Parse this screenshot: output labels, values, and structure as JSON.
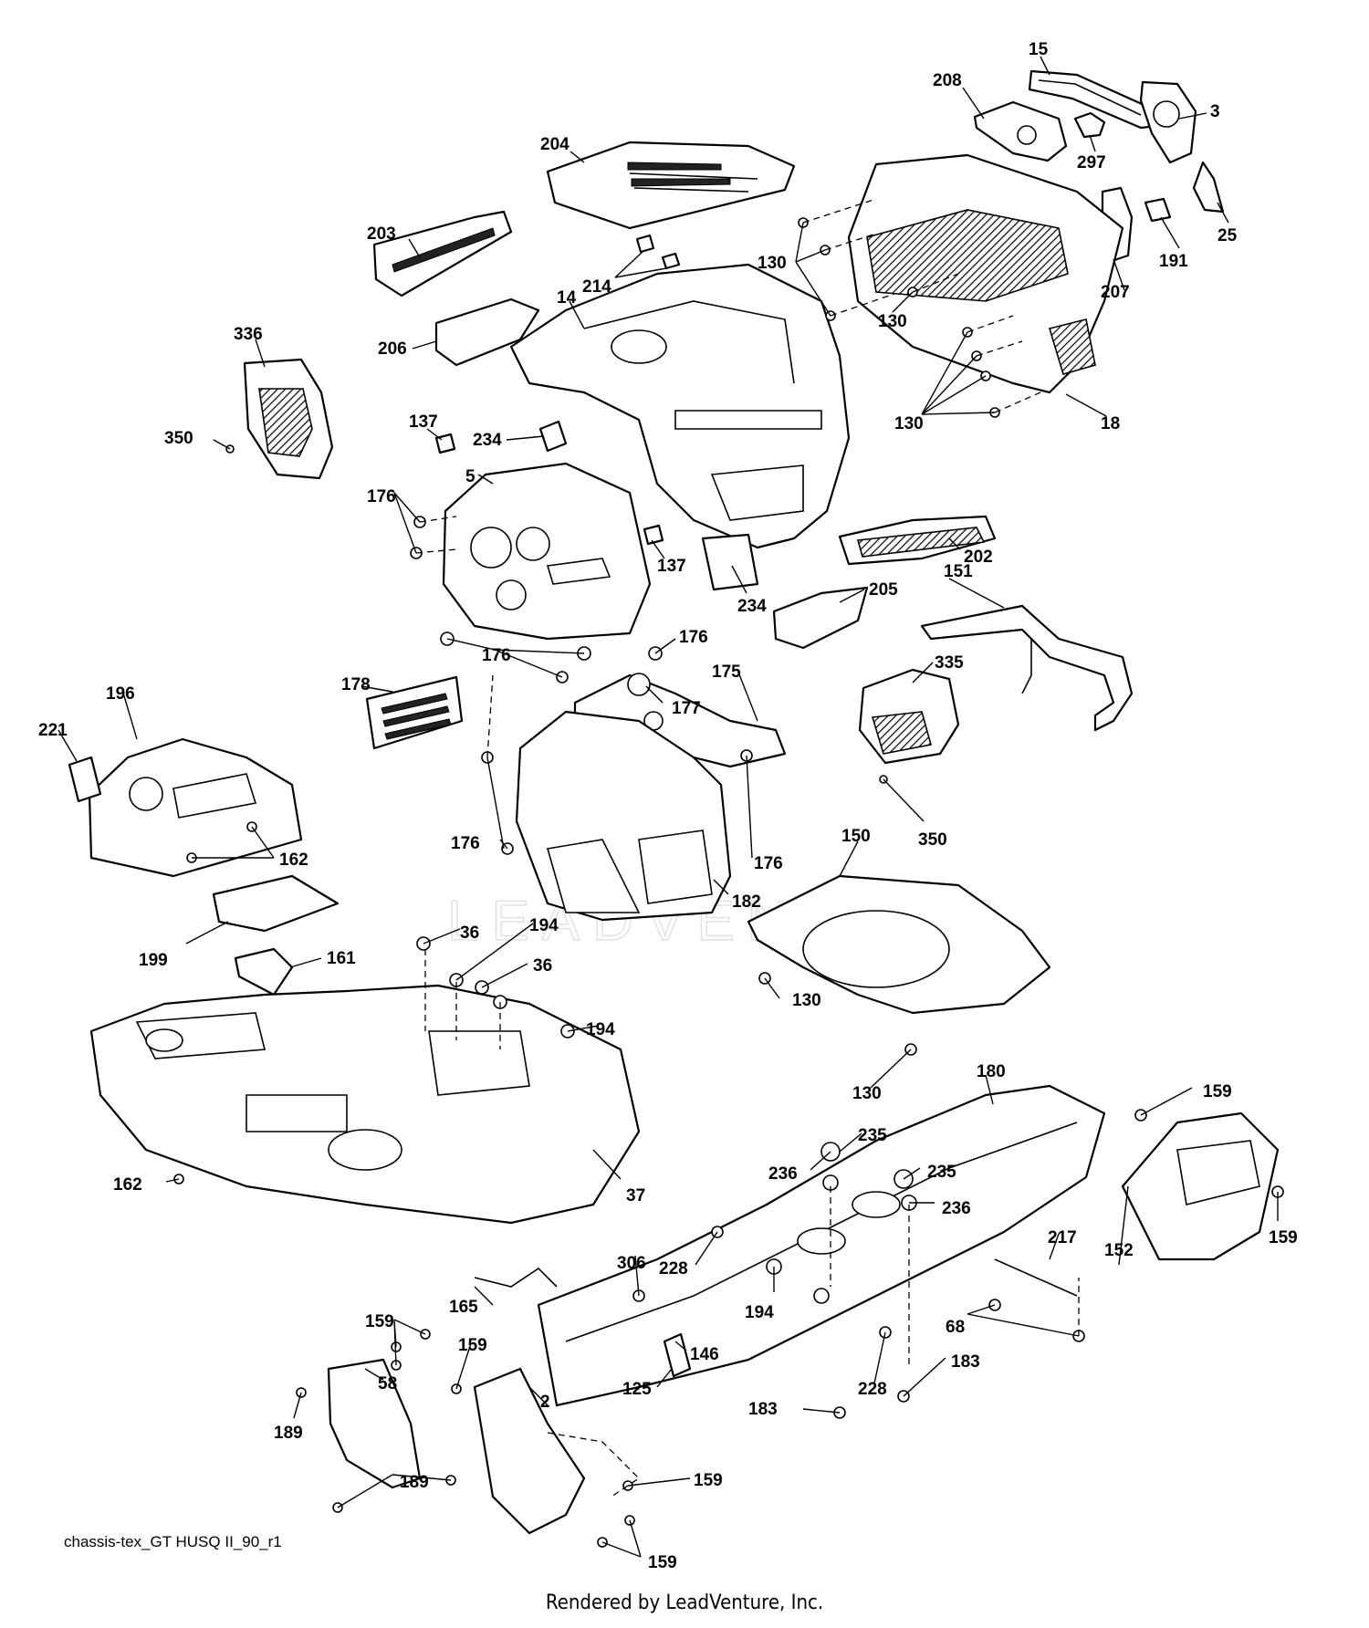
{
  "watermark_text": "LEADVENTURE",
  "diagram_code": "chassis-tex_GT HUSQ II_90_r1",
  "render_credit": "Rendered by LeadVenture, Inc.",
  "callouts": [
    {
      "id": "c-15",
      "label": "15"
    },
    {
      "id": "c-208",
      "label": "208"
    },
    {
      "id": "c-3",
      "label": "3"
    },
    {
      "id": "c-297",
      "label": "297"
    },
    {
      "id": "c-204",
      "label": "204"
    },
    {
      "id": "c-25",
      "label": "25"
    },
    {
      "id": "c-191",
      "label": "191"
    },
    {
      "id": "c-203",
      "label": "203"
    },
    {
      "id": "c-130a",
      "label": "130"
    },
    {
      "id": "c-214",
      "label": "214"
    },
    {
      "id": "c-207",
      "label": "207"
    },
    {
      "id": "c-14",
      "label": "14"
    },
    {
      "id": "c-130b",
      "label": "130"
    },
    {
      "id": "c-336",
      "label": "336"
    },
    {
      "id": "c-206",
      "label": "206"
    },
    {
      "id": "c-130c",
      "label": "130"
    },
    {
      "id": "c-18",
      "label": "18"
    },
    {
      "id": "c-137a",
      "label": "137"
    },
    {
      "id": "c-350a",
      "label": "350"
    },
    {
      "id": "c-234a",
      "label": "234"
    },
    {
      "id": "c-5",
      "label": "5"
    },
    {
      "id": "c-176a",
      "label": "176"
    },
    {
      "id": "c-202",
      "label": "202"
    },
    {
      "id": "c-137b",
      "label": "137"
    },
    {
      "id": "c-151",
      "label": "151"
    },
    {
      "id": "c-205",
      "label": "205"
    },
    {
      "id": "c-234b",
      "label": "234"
    },
    {
      "id": "c-176b",
      "label": "176"
    },
    {
      "id": "c-176c",
      "label": "176"
    },
    {
      "id": "c-335",
      "label": "335"
    },
    {
      "id": "c-175",
      "label": "175"
    },
    {
      "id": "c-178",
      "label": "178"
    },
    {
      "id": "c-177",
      "label": "177"
    },
    {
      "id": "c-196",
      "label": "196"
    },
    {
      "id": "c-221",
      "label": "221"
    },
    {
      "id": "c-350b",
      "label": "350"
    },
    {
      "id": "c-176d",
      "label": "176"
    },
    {
      "id": "c-162a",
      "label": "162"
    },
    {
      "id": "c-176e",
      "label": "176"
    },
    {
      "id": "c-150",
      "label": "150"
    },
    {
      "id": "c-182",
      "label": "182"
    },
    {
      "id": "c-36a",
      "label": "36"
    },
    {
      "id": "c-194a",
      "label": "194"
    },
    {
      "id": "c-199",
      "label": "199"
    },
    {
      "id": "c-161",
      "label": "161"
    },
    {
      "id": "c-36b",
      "label": "36"
    },
    {
      "id": "c-130d",
      "label": "130"
    },
    {
      "id": "c-194b",
      "label": "194"
    },
    {
      "id": "c-130e",
      "label": "130"
    },
    {
      "id": "c-180",
      "label": "180"
    },
    {
      "id": "c-159a",
      "label": "159"
    },
    {
      "id": "c-235a",
      "label": "235"
    },
    {
      "id": "c-236a",
      "label": "236"
    },
    {
      "id": "c-235b",
      "label": "235"
    },
    {
      "id": "c-162b",
      "label": "162"
    },
    {
      "id": "c-37",
      "label": "37"
    },
    {
      "id": "c-236b",
      "label": "236"
    },
    {
      "id": "c-159b",
      "label": "159"
    },
    {
      "id": "c-217",
      "label": "217"
    },
    {
      "id": "c-152",
      "label": "152"
    },
    {
      "id": "c-306",
      "label": "306"
    },
    {
      "id": "c-228a",
      "label": "228"
    },
    {
      "id": "c-165",
      "label": "165"
    },
    {
      "id": "c-194c",
      "label": "194"
    },
    {
      "id": "c-159c",
      "label": "159"
    },
    {
      "id": "c-68",
      "label": "68"
    },
    {
      "id": "c-159d",
      "label": "159"
    },
    {
      "id": "c-146",
      "label": "146"
    },
    {
      "id": "c-58",
      "label": "58"
    },
    {
      "id": "c-125",
      "label": "125"
    },
    {
      "id": "c-228b",
      "label": "228"
    },
    {
      "id": "c-183a",
      "label": "183"
    },
    {
      "id": "c-2",
      "label": "2"
    },
    {
      "id": "c-189a",
      "label": "189"
    },
    {
      "id": "c-183b",
      "label": "183"
    },
    {
      "id": "c-159e",
      "label": "159"
    },
    {
      "id": "c-189b",
      "label": "189"
    },
    {
      "id": "c-159f",
      "label": "159"
    }
  ]
}
